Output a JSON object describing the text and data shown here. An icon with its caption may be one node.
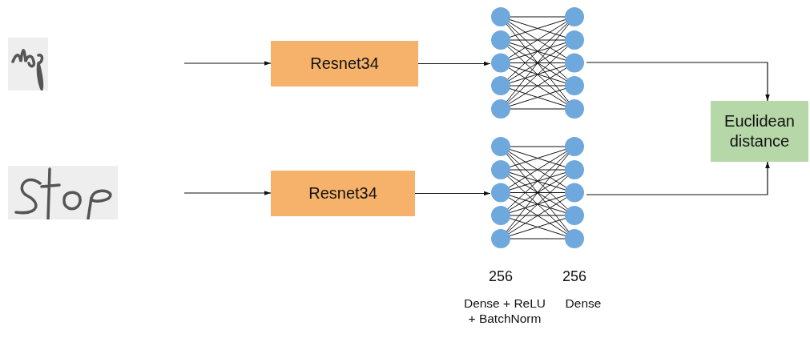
{
  "diagram": {
    "nodes": [
      {
        "text": [],
        "shape": "picture"
      },
      {
        "text": [],
        "shape": "picture"
      },
      {
        "text": [
          "Resnet34"
        ]
      },
      {
        "text": [
          "Resnet34"
        ]
      },
      {
        "text": [],
        "shape": "picture"
      },
      {
        "text": [],
        "shape": "picture"
      },
      {
        "text": [
          "Euclidean distance"
        ]
      }
    ],
    "edges": [
      {
        "from": null,
        "to": 2,
        "arrow": "to"
      },
      {
        "from": null,
        "to": 3,
        "arrow": "to"
      },
      {
        "from": 2,
        "to": 4,
        "arrow": "to"
      },
      {
        "from": 3,
        "to": 5,
        "arrow": "to"
      },
      {
        "from": 4,
        "to": 6,
        "arrow": "to"
      },
      {
        "from": 5,
        "to": 6,
        "arrow": "to"
      }
    ],
    "labels": [
      "256",
      "256",
      "Dense + ReLU + BatchNorm",
      "Dense"
    ]
  }
}
